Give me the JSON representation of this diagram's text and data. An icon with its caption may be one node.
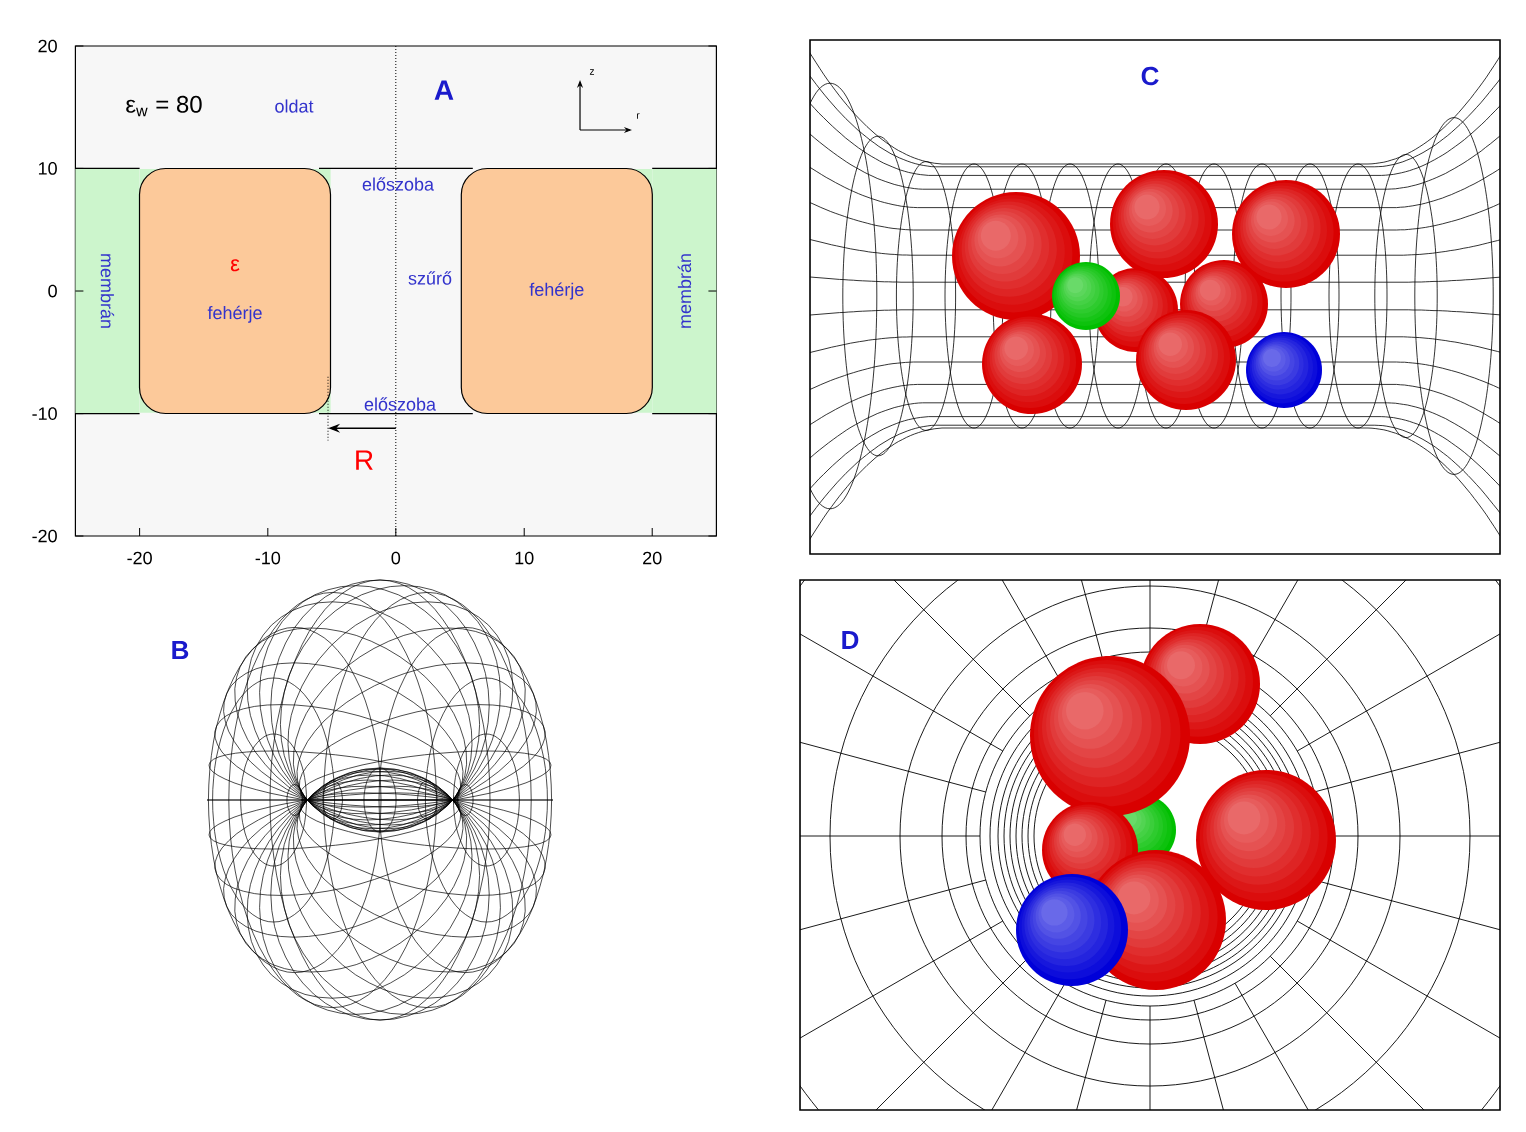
{
  "diagram": {
    "nodes": [
      {
        "text": [
          "membrán"
        ]
      },
      {
        "text": [
          "ε",
          "fehérje"
        ]
      },
      {
        "text": [
          "fehérje"
        ]
      },
      {
        "text": [
          "membrán"
        ]
      }
    ],
    "labels": [
      "ε$_{w}$ = 80",
      "oldat",
      "A",
      "z",
      "r",
      "előszoba",
      "szűrő",
      "előszoba",
      "R",
      "20",
      "10",
      "0",
      "-10",
      "-20",
      "-20",
      "-10",
      "0",
      "10",
      "20",
      "B",
      "C",
      "D"
    ]
  }
}
